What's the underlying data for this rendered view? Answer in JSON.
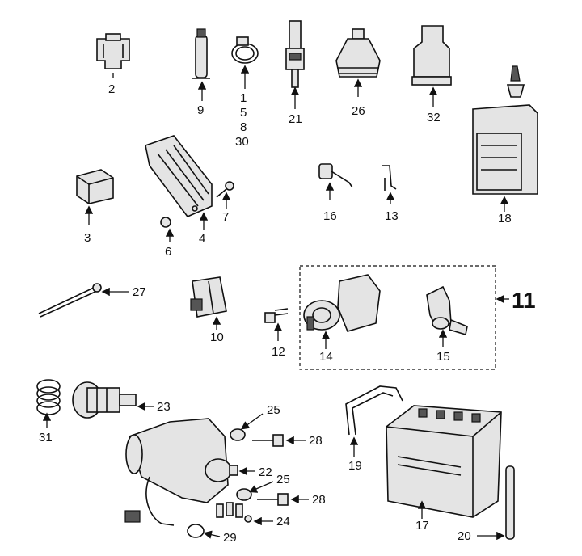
{
  "labels": {
    "p1": "1",
    "p2": "2",
    "p3": "3",
    "p4": "4",
    "p5": "5",
    "p6": "6",
    "p7": "7",
    "p8": "8",
    "p9": "9",
    "p10": "10",
    "p11": "11",
    "p12": "12",
    "p13": "13",
    "p14": "14",
    "p15": "15",
    "p16": "16",
    "p17": "17",
    "p18": "18",
    "p19": "19",
    "p20": "20",
    "p21": "21",
    "p22": "22",
    "p23": "23",
    "p24": "24",
    "p25a": "25",
    "p25b": "25",
    "p26": "26",
    "p27": "27",
    "p28a": "28",
    "p28b": "28",
    "p29": "29",
    "p30": "30",
    "p31": "31",
    "p32": "32"
  },
  "icons": {
    "fuse": "fuse-icon",
    "clamp": "hose-clamp-icon",
    "grease_tube": "grease-tube-icon",
    "switch": "stop-light-switch-icon",
    "boot": "rubber-boot-icon",
    "bottle": "oil-bottle-icon",
    "relay": "relay-icon",
    "regulator": "voltage-regulator-icon",
    "battery": "battery-icon",
    "starter": "starter-motor-icon",
    "ignition": "ignition-switch-icon"
  }
}
